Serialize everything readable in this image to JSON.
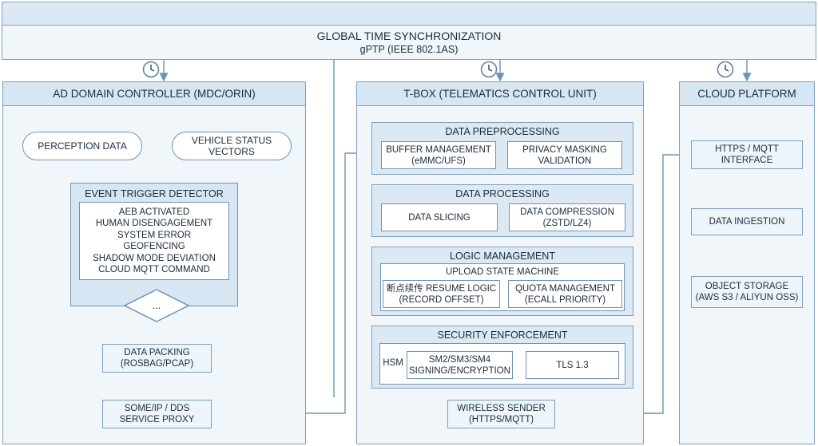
{
  "sync": {
    "title": "GLOBAL TIME SYNCHRONIZATION",
    "subtitle": "gPTP (IEEE 802.1AS)"
  },
  "ad": {
    "title": "AD DOMAIN CONTROLLER (MDC/ORIN)",
    "perception": "PERCEPTION DATA",
    "vehicle_status": [
      "VEHICLE STATUS",
      "VECTORS"
    ],
    "event_trigger": {
      "title": "EVENT TRIGGER DETECTOR",
      "items": [
        "AEB ACTIVATED",
        "HUMAN DISENGAGEMENT",
        "SYSTEM ERROR",
        "GEOFENCING",
        "SHADOW MODE DEVIATION",
        "CLOUD MQTT COMMAND"
      ]
    },
    "decision": "...",
    "packing": [
      "DATA PACKING",
      "(ROSBAG/PCAP)"
    ],
    "proxy": [
      "SOME/IP / DDS",
      "SERVICE PROXY"
    ]
  },
  "tbox": {
    "title": "T-BOX (TELEMATICS CONTROL UNIT)",
    "preprocessing": {
      "title": "DATA PREPROCESSING",
      "buffer": [
        "BUFFER MANAGEMENT",
        "(eMMC/UFS)"
      ],
      "privacy": [
        "PRIVACY MASKING",
        "VALIDATION"
      ]
    },
    "processing": {
      "title": "DATA PROCESSING",
      "slicing": "DATA SLICING",
      "compression": [
        "DATA COMPRESSION",
        "(ZSTD/LZ4)"
      ]
    },
    "logic": {
      "title": "LOGIC MANAGEMENT",
      "state_machine": "UPLOAD STATE MACHINE",
      "resume": [
        "断点续传 RESUME LOGIC",
        "(RECORD OFFSET)"
      ],
      "quota": [
        "QUOTA MANAGEMENT",
        "(ECALL PRIORITY)"
      ]
    },
    "security": {
      "title": "SECURITY ENFORCEMENT",
      "hsm": "HSM",
      "sm": [
        "SM2/SM3/SM4",
        "SIGNING/ENCRYPTION"
      ],
      "tls": "TLS 1.3"
    },
    "sender": [
      "WIRELESS SENDER",
      "(HTTPS/MQTT)"
    ]
  },
  "cloud": {
    "title": "CLOUD PLATFORM",
    "interface": [
      "HTTPS / MQTT",
      "INTERFACE"
    ],
    "ingestion": "DATA INGESTION",
    "storage": [
      "OBJECT STORAGE",
      "(AWS S3 / ALIYUN OSS)"
    ]
  },
  "icons": {
    "clock": "clock-icon",
    "arrow": "arrow-icon"
  },
  "colors": {
    "stroke": "#6f93b5",
    "fill_light": "#eef5fa",
    "fill_mid": "#d6e6f2"
  }
}
